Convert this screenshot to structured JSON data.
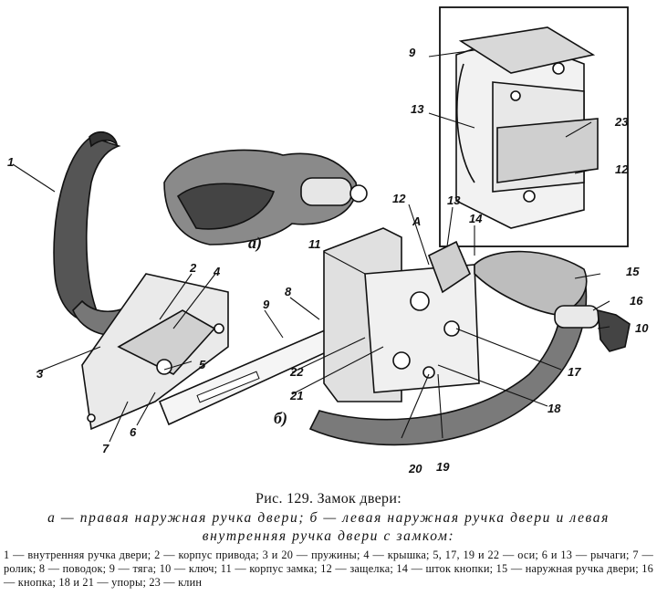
{
  "figure": {
    "sub_a": "а)",
    "sub_b": "б)",
    "point_A": "А",
    "labels": [
      "1",
      "2",
      "3",
      "4",
      "5",
      "6",
      "7",
      "8",
      "9",
      "10",
      "11",
      "12",
      "13",
      "14",
      "15",
      "16",
      "17",
      "18",
      "19",
      "20",
      "21",
      "22",
      "23"
    ]
  },
  "caption": {
    "title": "Рис. 129. Замок двери:",
    "subtitle": "а — правая наружная ручка двери; б — левая наружная ручка двери и левая внутренняя ручка двери с замком:",
    "legend": "1 — внутренняя ручка двери; 2 — корпус привода; 3 и 20 — пружины; 4 — крышка; 5, 17, 19 и 22 — оси; 6 и 13 — рычаги; 7 — ролик; 8 — поводок; 9 — тяга; 10 — ключ; 11 — корпус замка; 12 — защелка; 14 — шток кнопки; 15 — наружная ручка двери; 16 — кнопка; 18 и 21 — упоры; 23 — клин"
  }
}
